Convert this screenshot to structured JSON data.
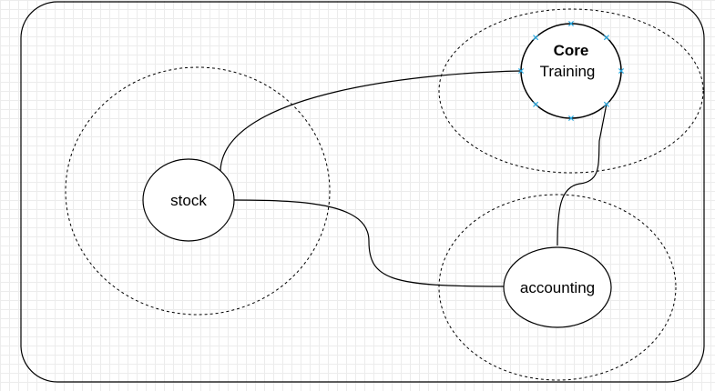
{
  "diagram": {
    "nodes": {
      "core": {
        "title": "Core",
        "subtitle": "Training"
      },
      "stock": {
        "label": "stock"
      },
      "accounting": {
        "label": "accounting"
      }
    },
    "edges": [
      {
        "from": "stock",
        "to": "core"
      },
      {
        "from": "stock",
        "to": "accounting"
      },
      {
        "from": "accounting",
        "to": "core"
      }
    ],
    "colors": {
      "stroke": "#000000",
      "handle": "#29a8e0",
      "grid": "#ececec"
    }
  }
}
